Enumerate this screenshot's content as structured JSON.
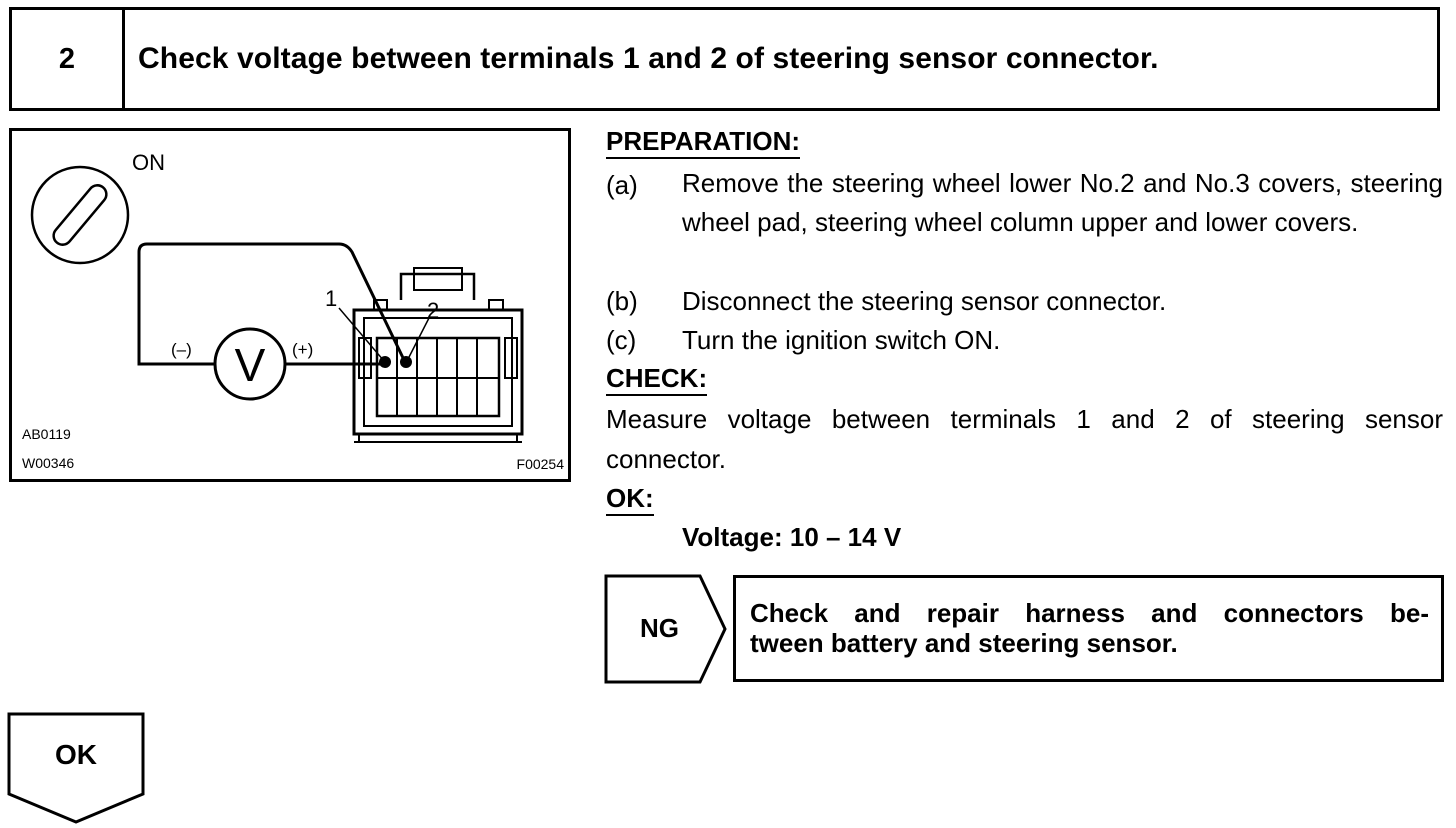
{
  "step": {
    "number": "2",
    "title": "Check voltage between terminals 1 and 2 of steering sensor connector."
  },
  "illustration": {
    "switch_label": "ON",
    "meter_symbol": "V",
    "negative_label": "(–)",
    "positive_label": "(+)",
    "terminal_1_label": "1",
    "terminal_2_label": "2",
    "code_1": "AB0119",
    "code_2": "W00346",
    "figure_code": "F00254"
  },
  "preparation": {
    "heading": "PREPARATION:",
    "items": [
      {
        "letter": "(a)",
        "text": "Remove the steering wheel lower No.2 and No.3 covers, steering wheel pad, steering wheel column upper and lower covers."
      },
      {
        "letter": "(b)",
        "text": "Disconnect the steering sensor connector."
      },
      {
        "letter": "(c)",
        "text": "Turn the ignition switch ON."
      }
    ]
  },
  "check": {
    "heading": "CHECK:",
    "line1": "Measure voltage between terminals 1 and 2 of steering sensor",
    "line2": "connector."
  },
  "ok_section": {
    "heading": "OK:",
    "spec": "Voltage: 10 – 14 V"
  },
  "ng_result": {
    "label": "NG",
    "line1": "Check and repair harness and connectors be-",
    "line2": "tween battery and steering sensor."
  },
  "ok_result": {
    "label": "OK"
  }
}
